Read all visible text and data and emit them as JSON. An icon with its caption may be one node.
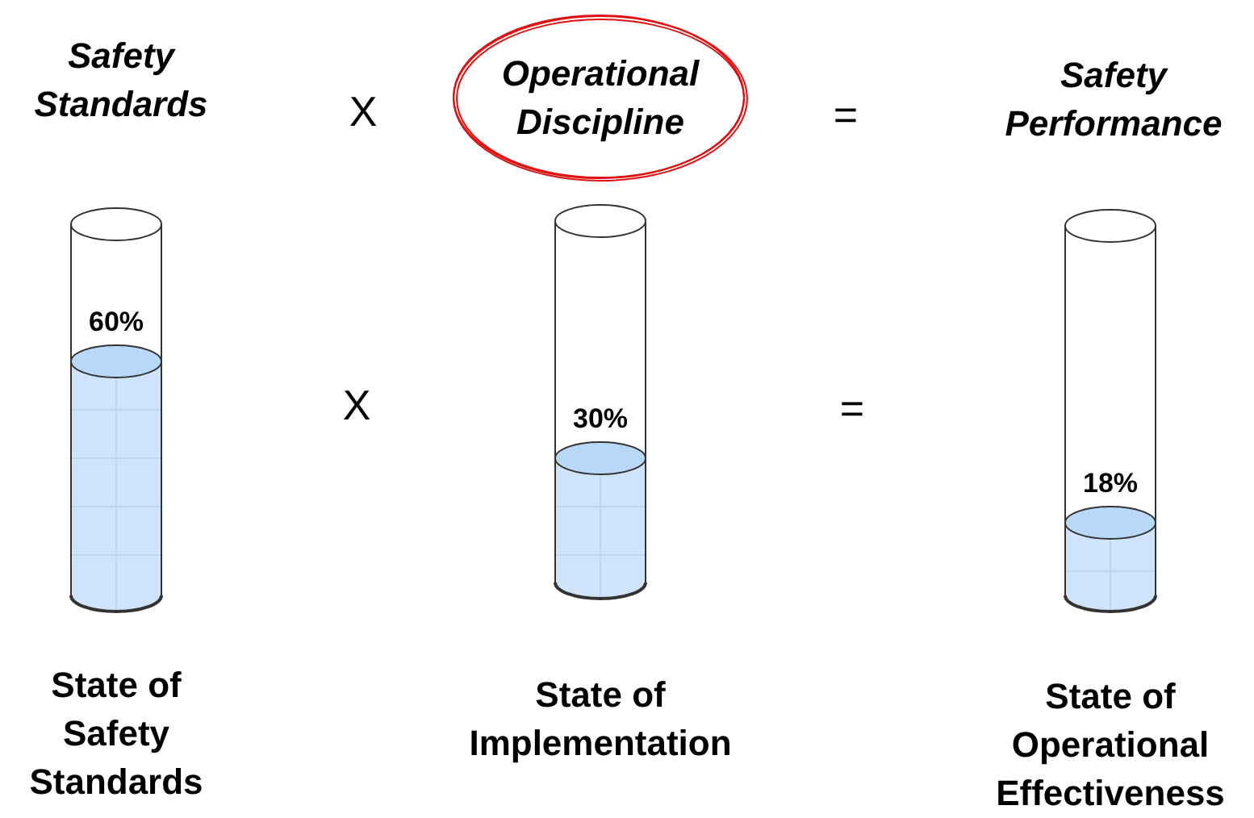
{
  "diagram": {
    "nodes": [
      {
        "text": [
          "Operational Discipline"
        ]
      },
      {
        "text": [
          "60%"
        ],
        "beside": [
          "State of Safety Standards"
        ]
      },
      {
        "text": [
          "30%"
        ],
        "beside": [
          "State of Implementation"
        ]
      },
      {
        "text": [
          "18%"
        ],
        "beside": [
          "State of Operational Effectiveness"
        ]
      }
    ],
    "labels": [
      "Safety Standards",
      "X",
      "=",
      "Safety Performance",
      "X",
      "="
    ]
  }
}
